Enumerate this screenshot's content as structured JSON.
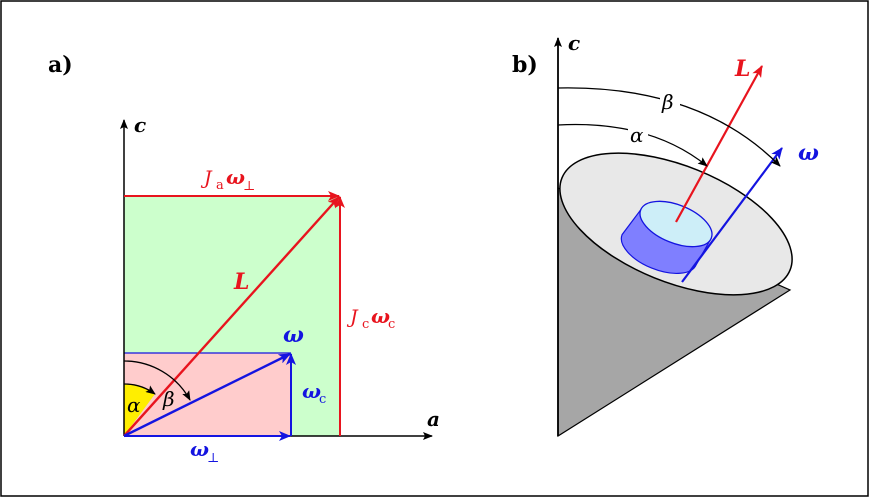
{
  "panel_a": {
    "label": "a)",
    "axis_c": "c",
    "axis_a": "a",
    "L": "L",
    "omega": "ω",
    "Ja_main": "J",
    "Ja_sub": "a",
    "Ja_vec": "ω",
    "Ja_vsub": "⊥",
    "Jc_main": "J",
    "Jc_sub": "c",
    "Jc_vec": "ω",
    "Jc_vsub": "c",
    "omega_c_main": "ω",
    "omega_c_sub": "c",
    "omega_perp_main": "ω",
    "omega_perp_sub": "⊥",
    "alpha": "α",
    "beta": "β"
  },
  "panel_b": {
    "label": "b)",
    "axis_c": "c",
    "L": "L",
    "omega": "ω",
    "alpha": "α",
    "beta": "β"
  },
  "colors": {
    "red": "#e8141e",
    "blue": "#1414e0",
    "green_fill": "#ccffcc",
    "pink_fill": "#ffcccc",
    "yellow_fill": "#ffee00",
    "cone_gray": "#a6a6a6",
    "disk_gray": "#e8e8e8",
    "cyl_blue": "#7f7fff",
    "cyl_top": "#cdeef8"
  }
}
